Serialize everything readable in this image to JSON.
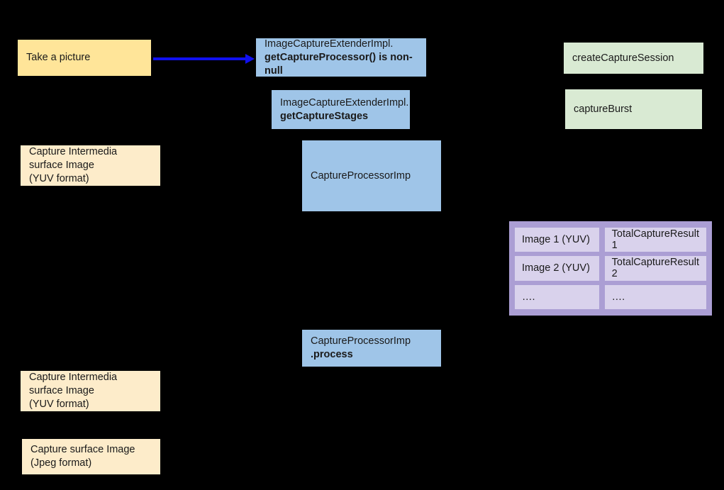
{
  "diagram": {
    "title": "CameraX Extensions image capture flow",
    "background_color": "#000000",
    "colors": {
      "yellow_strong": "#ffe599",
      "yellow_light": "#fdecca",
      "blue": "#9fc5e8",
      "green": "#d9ead3",
      "purple_outer": "#ab9ed4",
      "purple_cell": "#d9d2ec",
      "arrow": "#1010f0",
      "text": "#1a1a1a"
    },
    "nodes": {
      "take_picture": {
        "label": "Take a picture"
      },
      "get_capture_processor": {
        "line1": "ImageCaptureExtenderImpl.",
        "line2": "getCaptureProcessor() is non-null"
      },
      "get_capture_stages": {
        "line1": "ImageCaptureExtenderImpl.",
        "line2": "getCaptureStages"
      },
      "capture_processor_imp": {
        "label": "CaptureProcessorImp"
      },
      "capture_processor_process": {
        "line1": "CaptureProcessorImp",
        "line2": ".process"
      },
      "create_capture_session": {
        "label": "createCaptureSession"
      },
      "capture_burst": {
        "label": "captureBurst"
      },
      "intermedia_yuv_top": {
        "line1": "Capture Intermedia",
        "line2": "surface Image",
        "line3": "(YUV format)"
      },
      "intermedia_yuv_bottom": {
        "line1": "Capture Intermedia",
        "line2": "surface Image",
        "line3": "(YUV format)"
      },
      "capture_surface_jpeg": {
        "line1": "Capture surface Image",
        "line2": "(Jpeg format)"
      }
    },
    "results_table": {
      "images_column": [
        "Image 1 (YUV)",
        "Image 2 (YUV)",
        "…."
      ],
      "results_column": [
        "TotalCaptureResult 1",
        "TotalCaptureResult 2",
        "…."
      ]
    },
    "connectors": [
      {
        "name": "take-picture-to-get-capture-processor",
        "direction": "right"
      }
    ]
  }
}
